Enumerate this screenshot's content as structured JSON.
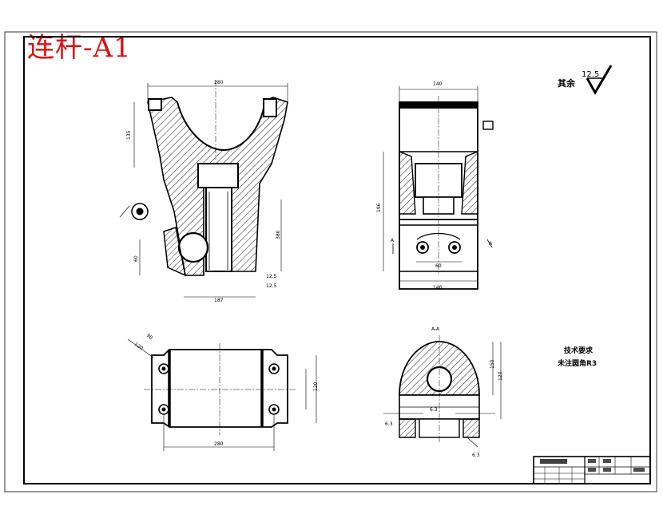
{
  "drawing": {
    "title": "连杆-A1",
    "surface_note": "其余",
    "roughness_value": "12.5",
    "section_label": "A-A",
    "tech_req_title": "技术要求",
    "tech_req_text": "未注圆角R3",
    "dims": {
      "front_top": "280",
      "front_left": "135",
      "front_right": "380",
      "front_bottom": "187",
      "front_bottom2": "12.5",
      "front_left_small": "60",
      "side_top": "140",
      "side_bottom": "146",
      "side_left": "196",
      "side_inner": "60",
      "plan_bottom": "280",
      "plan_right": "120",
      "plan_left": "120",
      "plan_tag": "90",
      "section_right": "150",
      "section_right2": "120",
      "rough_1": "6.3",
      "rough_2": "6.3",
      "rough_3": "6.3",
      "rough_4": "12.5"
    },
    "section_mark": "A"
  },
  "colors": {
    "title": "#e01010",
    "line": "#000000",
    "hatch": "#000000"
  }
}
